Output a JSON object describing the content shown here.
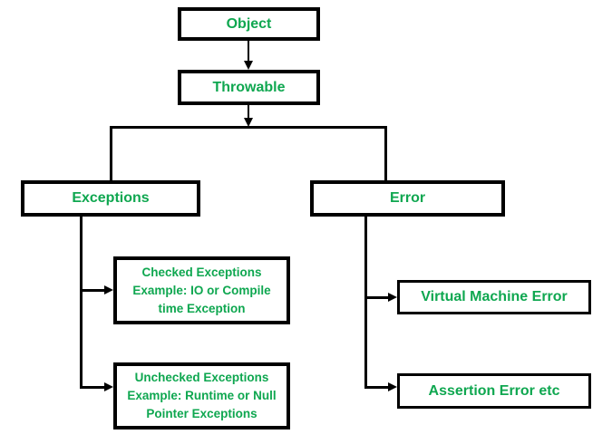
{
  "diagram": {
    "background": "#ffffff",
    "line_color": "#000000",
    "text_color": "#0fa750",
    "nodes": {
      "object": "Object",
      "throwable": "Throwable",
      "exceptions": "Exceptions",
      "error": "Error",
      "checked_exceptions": "Checked Exceptions\nExample: IO or Compile\ntime Exception",
      "unchecked_exceptions": "Unchecked Exceptions\nExample: Runtime or Null\nPointer Exceptions",
      "virtual_machine_error": "Virtual Machine Error",
      "assertion_error": "Assertion Error etc"
    }
  }
}
